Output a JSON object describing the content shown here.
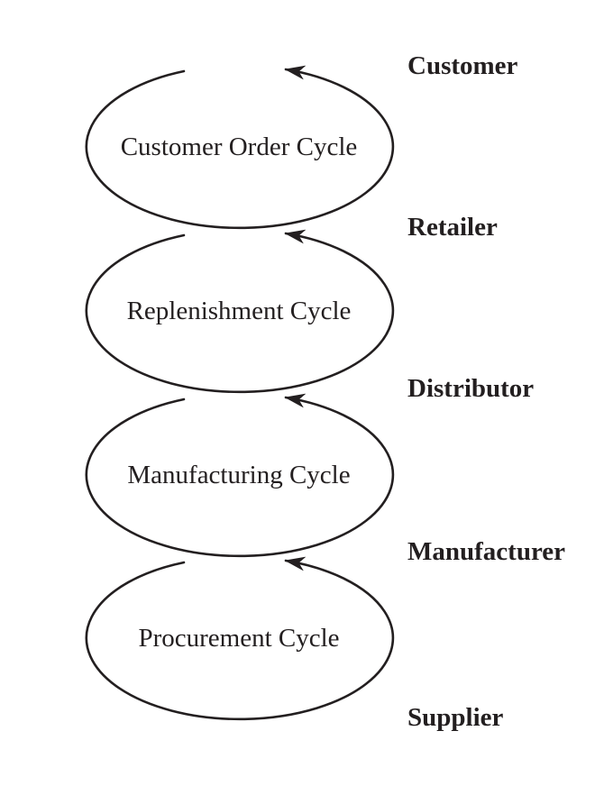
{
  "diagram": {
    "type": "supply-chain-process-cycles",
    "cycles": [
      {
        "label": "Customer Order Cycle"
      },
      {
        "label": "Replenishment Cycle"
      },
      {
        "label": "Manufacturing Cycle"
      },
      {
        "label": "Procurement Cycle"
      }
    ],
    "stages": [
      {
        "label": "Customer"
      },
      {
        "label": "Retailer"
      },
      {
        "label": "Distributor"
      },
      {
        "label": "Manufacturer"
      },
      {
        "label": "Supplier"
      }
    ],
    "flow_direction": "counter-clockwise",
    "colors": {
      "line": "#231f20",
      "text": "#231f20",
      "background": "#ffffff"
    }
  }
}
